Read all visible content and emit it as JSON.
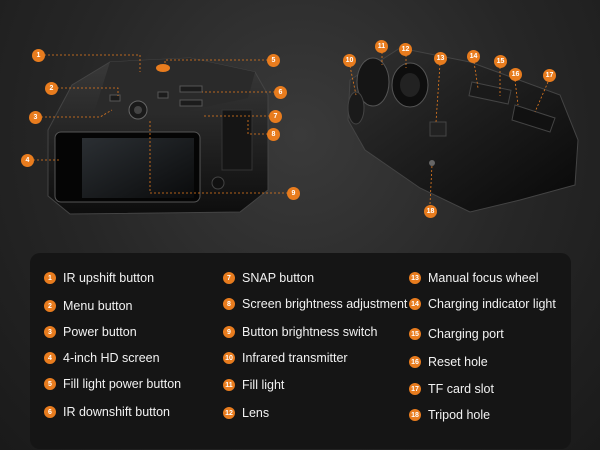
{
  "accent": "#e87c1e",
  "legend": {
    "items": [
      {
        "num": "1",
        "label": "IR upshift button"
      },
      {
        "num": "2",
        "label": "Menu button"
      },
      {
        "num": "3",
        "label": "Power button"
      },
      {
        "num": "4",
        "label": "4-inch HD screen"
      },
      {
        "num": "5",
        "label": "Fill light power button"
      },
      {
        "num": "6",
        "label": "IR downshift button"
      },
      {
        "num": "7",
        "label": "SNAP button"
      },
      {
        "num": "8",
        "label": "Screen brightness adjustment"
      },
      {
        "num": "9",
        "label": "Button brightness switch"
      },
      {
        "num": "10",
        "label": "Infrared transmitter"
      },
      {
        "num": "11",
        "label": "Fill light"
      },
      {
        "num": "12",
        "label": "Lens"
      },
      {
        "num": "13",
        "label": "Manual focus wheel"
      },
      {
        "num": "14",
        "label": "Charging indicator light"
      },
      {
        "num": "15",
        "label": "Charging port"
      },
      {
        "num": "16",
        "label": "Reset hole"
      },
      {
        "num": "17",
        "label": "TF card slot"
      },
      {
        "num": "18",
        "label": "Tripod hole"
      }
    ]
  },
  "callouts": [
    "1",
    "2",
    "3",
    "4",
    "5",
    "6",
    "7",
    "8",
    "9",
    "10",
    "11",
    "12",
    "13",
    "14",
    "15",
    "16",
    "17",
    "18"
  ]
}
